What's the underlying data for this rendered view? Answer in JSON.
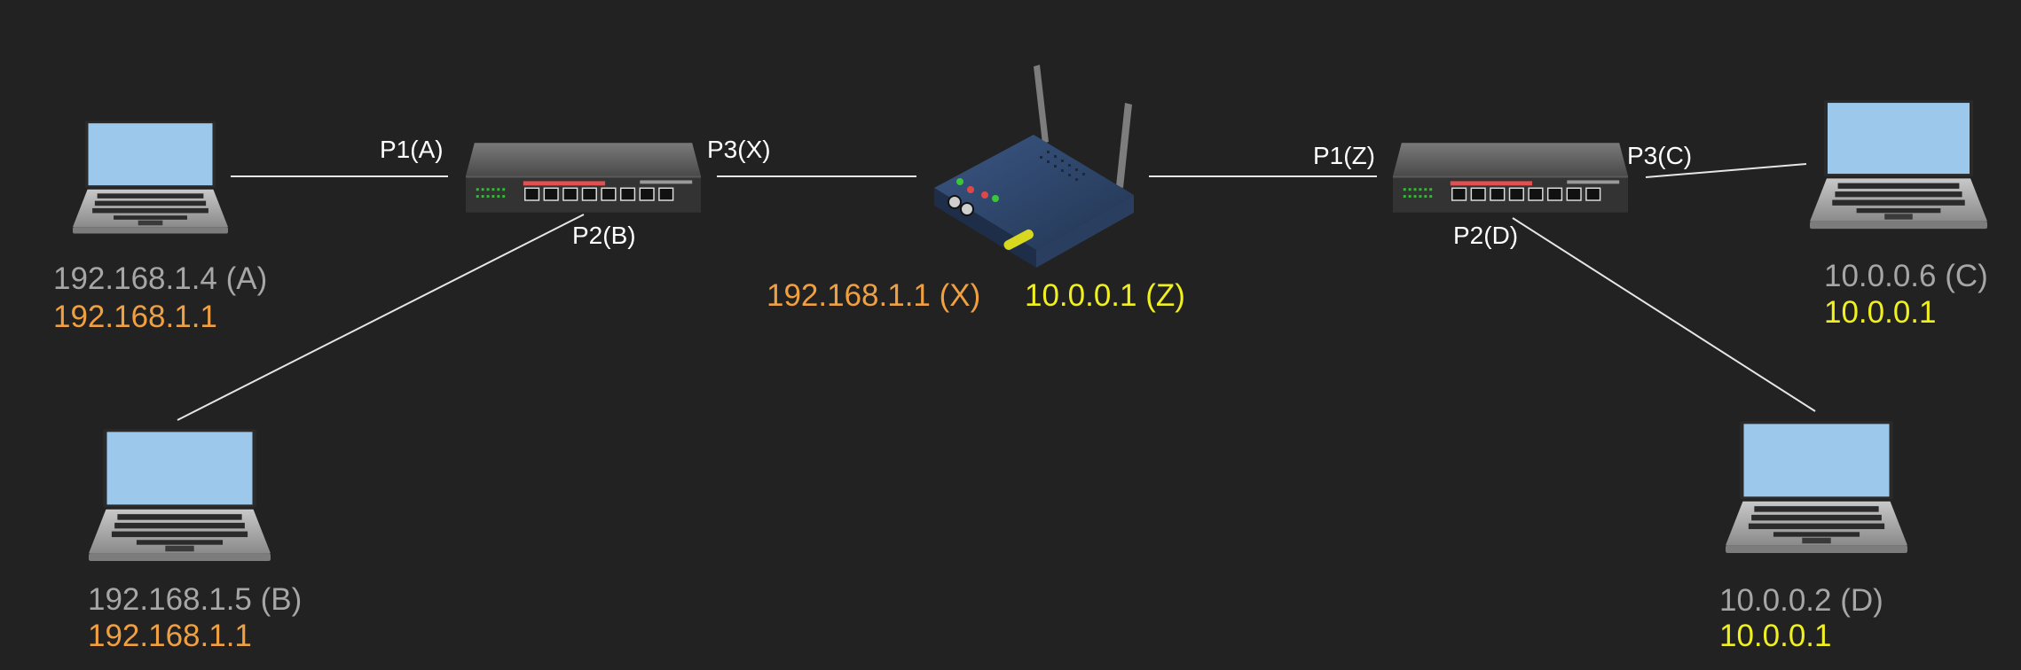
{
  "colors": {
    "background": "#222222",
    "link": "#e6e6e6",
    "port_label": "#ffffff",
    "host_ip": "#a6a6a6",
    "lan_gateway": "#f0a040",
    "wan_gateway": "#f0f020",
    "screen": "#9cc8ec",
    "switch_port_strip": "#e05050",
    "router_body": "#2d4468"
  },
  "ports": {
    "sw1_p1": "P1(A)",
    "sw1_p2": "P2(B)",
    "sw1_p3": "P3(X)",
    "sw2_p1": "P1(Z)",
    "sw2_p2": "P2(D)",
    "sw2_p3": "P3(C)"
  },
  "router": {
    "lan_ip": "192.168.1.1 (X)",
    "wan_ip": "10.0.0.1 (Z)"
  },
  "hosts": {
    "a": {
      "ip": "192.168.1.4 (A)",
      "gateway": "192.168.1.1"
    },
    "b": {
      "ip": "192.168.1.5 (B)",
      "gateway": "192.168.1.1"
    },
    "c": {
      "ip": "10.0.0.6 (C)",
      "gateway": "10.0.0.1"
    },
    "d": {
      "ip": "10.0.0.2 (D)",
      "gateway": "10.0.0.1"
    }
  },
  "icons": {
    "laptop": "laptop-icon",
    "switch": "network-switch-icon",
    "router": "wifi-router-icon"
  }
}
